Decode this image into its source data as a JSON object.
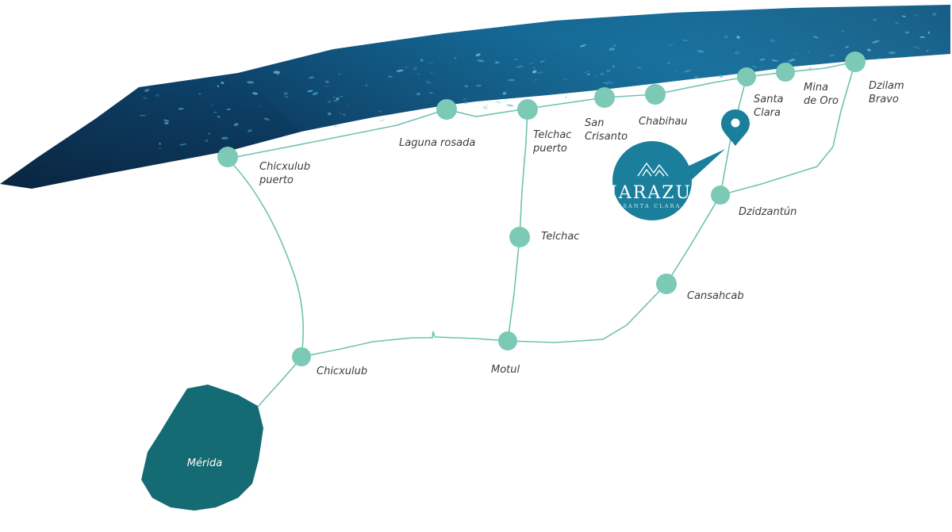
{
  "colors": {
    "road": "#6fc3ae",
    "node": "#7cc9b6",
    "sea_dark": "#0c2a46",
    "sea_mid": "#0d4f78",
    "sea_light": "#1e86b3",
    "city": "#156b73",
    "brand": "#1b7f9c",
    "pin": "#1b7f9c",
    "label": "#3d3d3d"
  },
  "icons": {
    "location": "location-pin-icon",
    "brand": "mountain-peaks-logo-icon"
  },
  "places": {
    "chicxulub_puerto": {
      "line1": "Chicxulub",
      "line2": "puerto"
    },
    "laguna_rosada": {
      "line1": "Laguna rosada"
    },
    "telchac_puerto": {
      "line1": "Telchac",
      "line2": "puerto"
    },
    "san_crisanto": {
      "line1": "San",
      "line2": "Crisanto"
    },
    "chabihau": {
      "line1": "Chabihau"
    },
    "santa_clara": {
      "line1": "Santa",
      "line2": "Clara"
    },
    "mina_de_oro": {
      "line1": "Mina",
      "line2": "de Oro"
    },
    "dzilam_bravo": {
      "line1": "Dzilam",
      "line2": "Bravo"
    },
    "dzidzantun": {
      "line1": "Dzidzantún"
    },
    "telchac": {
      "line1": "Telchac"
    },
    "cansahcab": {
      "line1": "Cansahcab"
    },
    "chicxulub": {
      "line1": "Chicxulub"
    },
    "motul": {
      "line1": "Motul"
    },
    "merida": {
      "line1": "Mérida"
    }
  },
  "brand": {
    "name": "MARAZUL",
    "subtitle": "SANTA CLARA"
  }
}
